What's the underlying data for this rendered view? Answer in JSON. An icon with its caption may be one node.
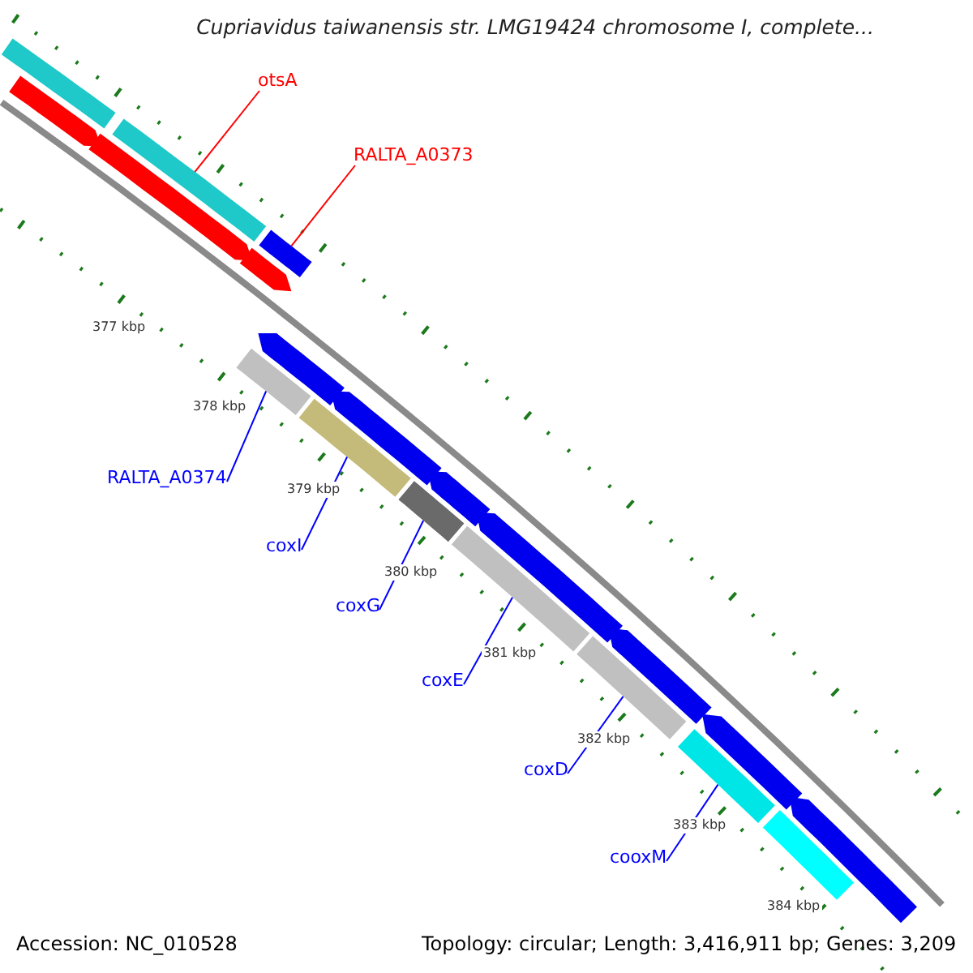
{
  "diagram": {
    "title": "Cupriavidus taiwanensis str. LMG19424 chromosome I, complete...",
    "nodes": [
      {
        "text": [
          "otsA"
        ]
      },
      {
        "text": [
          "RALTA_A0373"
        ]
      },
      {
        "text": [
          "RALTA_A0374"
        ]
      },
      {
        "text": [
          "coxI"
        ]
      },
      {
        "text": [
          "coxG"
        ]
      },
      {
        "text": [
          "coxE"
        ]
      },
      {
        "text": [
          "coxD"
        ]
      },
      {
        "text": [
          "cooxM"
        ]
      },
      {
        "text": [],
        "shape": "bar"
      },
      {
        "text": [],
        "shape": "bar"
      },
      {
        "text": [],
        "shape": "bar"
      },
      {
        "text": [],
        "shape": "bar"
      },
      {
        "text": [],
        "shape": "bar"
      },
      {
        "text": [],
        "shape": "bar"
      },
      {
        "text": [],
        "shape": "bar"
      },
      {
        "text": [],
        "shape": "bar"
      },
      {
        "text": [],
        "shape": "bar"
      },
      {
        "text": [],
        "shape": "arrow"
      },
      {
        "text": [],
        "shape": "arrow"
      },
      {
        "text": [],
        "shape": "arrow"
      },
      {
        "text": [],
        "shape": "arrow"
      },
      {
        "text": [],
        "shape": "arrow"
      },
      {
        "text": [],
        "shape": "arrow"
      },
      {
        "text": [],
        "shape": "arrow"
      },
      {
        "text": [],
        "shape": "arrow"
      },
      {
        "text": [],
        "shape": "arrow"
      },
      {
        "text": [],
        "shape": "arrow"
      },
      {
        "text": [],
        "shape": "bar"
      }
    ],
    "edges": [
      {
        "from": 0,
        "to": 8,
        "arrow": "none",
        "color": "#ff0000"
      },
      {
        "from": 1,
        "to": 9,
        "arrow": "none",
        "color": "#ff0000"
      },
      {
        "from": 2,
        "to": 10,
        "arrow": "none"
      },
      {
        "from": 3,
        "to": 11,
        "arrow": "none"
      },
      {
        "from": 4,
        "to": 12,
        "arrow": "none"
      },
      {
        "from": 5,
        "to": 13,
        "arrow": "none"
      },
      {
        "from": 6,
        "to": 14,
        "arrow": "none"
      },
      {
        "from": 7,
        "to": 15,
        "arrow": "none"
      }
    ],
    "labels": [
      "377 kbp",
      "378 kbp",
      "379 kbp",
      "380 kbp",
      "381 kbp",
      "382 kbp",
      "383 kbp",
      "384 kbp",
      "Accession: NC_010528",
      "Topology: circular; Length: 3,416,911 bp; Genes: 3,209"
    ]
  }
}
